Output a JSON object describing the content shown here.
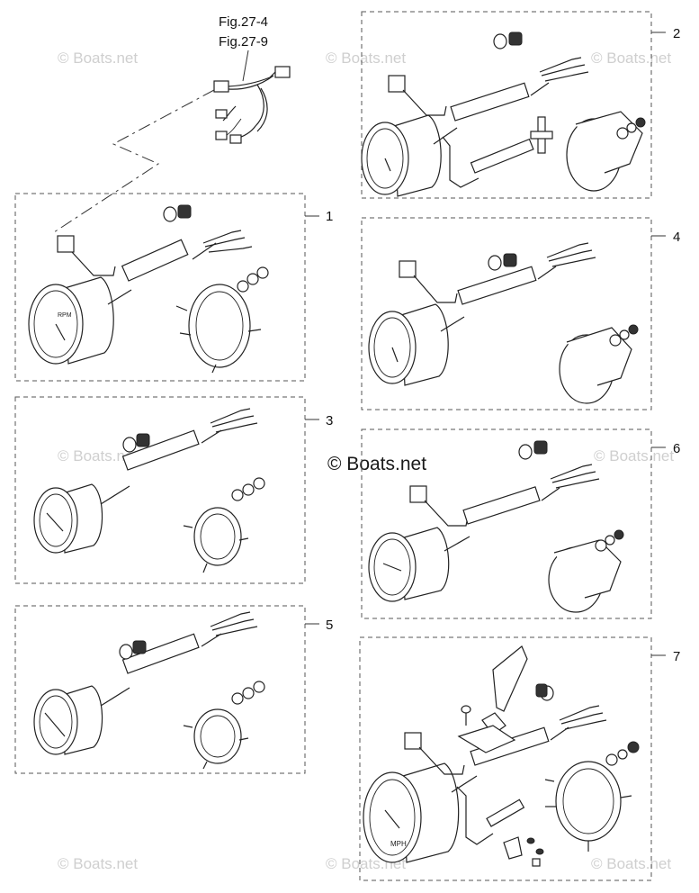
{
  "figure_refs": [
    "Fig.27-4",
    "Fig.27-9"
  ],
  "callouts": [
    "1",
    "2",
    "3",
    "4",
    "5",
    "6",
    "7"
  ],
  "watermark": {
    "small": "© Boats.net",
    "center": "© Boats.net"
  },
  "gauge_faces": {
    "tach": "RPM",
    "speedo": "MPH"
  },
  "colors": {
    "line": "#222222",
    "watermark": "#cfcfcf",
    "box": "#555555"
  }
}
